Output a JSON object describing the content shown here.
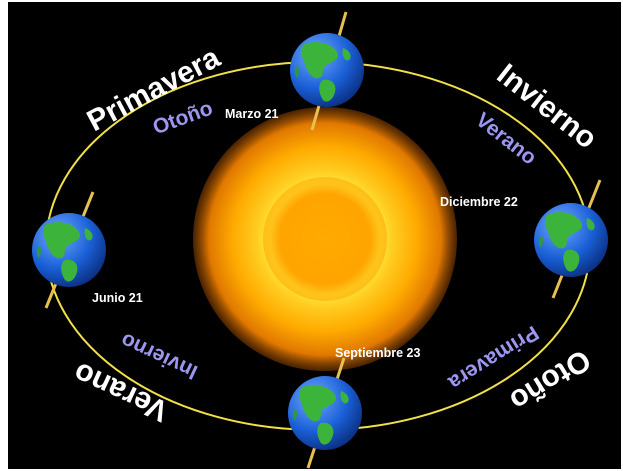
{
  "diagram": {
    "dates": {
      "top": "Marzo 21",
      "right": "Diciembre 22",
      "left": "Junio 21",
      "bottom": "Septiembre 23"
    },
    "north_hemisphere": {
      "top_left": "Primavera",
      "top_right": "Invierno",
      "bottom_right": "Otoño",
      "bottom_left": "Verano"
    },
    "south_hemisphere": {
      "top_left": "Otoño",
      "top_right": "Verano",
      "bottom_right": "Primavera",
      "bottom_left": "Invierno"
    }
  },
  "colors": {
    "background": "#000000",
    "orbit": "#f2e04a",
    "north_label": "#ffffff",
    "south_label": "#9c96f0",
    "sun_core": "#ffa800",
    "sun_halo": "#ff9a00",
    "ocean": "#1a5fd6",
    "land": "#3cb43c",
    "axis": "#e8c050"
  }
}
